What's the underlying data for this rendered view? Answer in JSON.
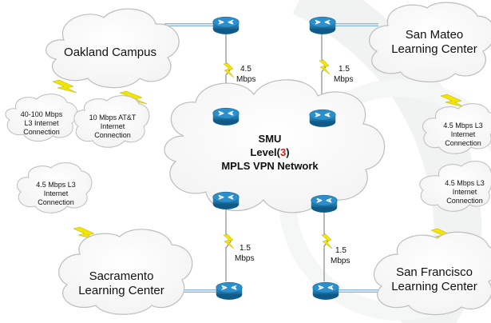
{
  "diagram": {
    "center": {
      "line1": "SMU",
      "line2_pre": "Level(",
      "line2_num": "3",
      "line2_post": ")",
      "line3": "MPLS VPN Network"
    },
    "sites": {
      "oakland": {
        "name": "Oakland Campus"
      },
      "sanmateo": {
        "line1": "San Mateo",
        "line2": "Learning Center"
      },
      "sacramento": {
        "line1": "Sacramento",
        "line2": "Learning Center"
      },
      "sanfrancisco": {
        "line1": "San Francisco",
        "line2": "Learning Center"
      }
    },
    "internet": {
      "oak_l3": {
        "line1": "40-100 Mbps",
        "line2": "L3 Internet",
        "line3": "Connection"
      },
      "oak_att": {
        "line1": "10 Mbps AT&T",
        "line2": "Internet",
        "line3": "Connection"
      },
      "sanmateo": {
        "line1": "4.5 Mbps L3",
        "line2": "Internet",
        "line3": "Connection"
      },
      "sacramento": {
        "line1": "4.5 Mbps L3",
        "line2": "Internet",
        "line3": "Connection"
      },
      "sanfrancisco": {
        "line1": "4.5 Mbps L3",
        "line2": "Internet",
        "line3": "Connection"
      }
    },
    "links": {
      "oakland": {
        "speed": "4.5",
        "unit": "Mbps"
      },
      "sanmateo": {
        "speed": "1.5",
        "unit": "Mbps"
      },
      "sacramento": {
        "speed": "1.5",
        "unit": "Mbps"
      },
      "sanfrancisco": {
        "speed": "1.5",
        "unit": "Mbps"
      }
    },
    "colors": {
      "router": "#1f7fb5",
      "link_line": "#8ab6d6",
      "lightning": "#f2e600",
      "accent": "#d11a1a",
      "background_watermark": "#e7ede9"
    }
  }
}
